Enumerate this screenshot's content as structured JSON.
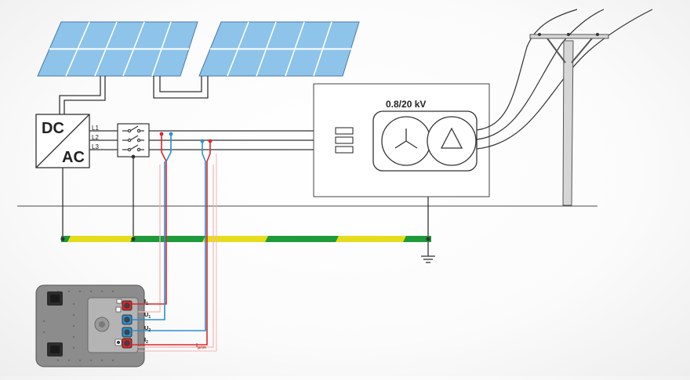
{
  "inverter": {
    "top_label": "DC",
    "bottom_label": "AC"
  },
  "phases": [
    "L1",
    "L2",
    "L3"
  ],
  "transformer": {
    "rating": "0.8/20 kV"
  },
  "meter": {
    "terminals": [
      {
        "main": "I",
        "sub": "1"
      },
      {
        "main": "U",
        "sub": "1"
      },
      {
        "main": "U",
        "sub": "2"
      },
      {
        "main": "I",
        "sub": "2"
      }
    ],
    "clamp_label": {
      "main": "I",
      "sub": "prim"
    }
  },
  "colors": {
    "panel_fill": "#8ec3ea",
    "panel_line": "#ffffff",
    "wire": "#333333",
    "earth_green": "#1f9a3b",
    "earth_yellow": "#e6dc1e",
    "probe_red": "#e0242b",
    "probe_blue": "#2a8fd2",
    "meter_body": "#8c8c8c",
    "meter_panel": "#b4b4b4",
    "clamp_lead": "#e46b6b"
  },
  "icons": [
    "solar-panel-icon",
    "inverter-icon",
    "switch-icon",
    "transformer-wye-icon",
    "transformer-delta-icon",
    "ground-icon",
    "utility-pole-icon",
    "meter-icon"
  ]
}
